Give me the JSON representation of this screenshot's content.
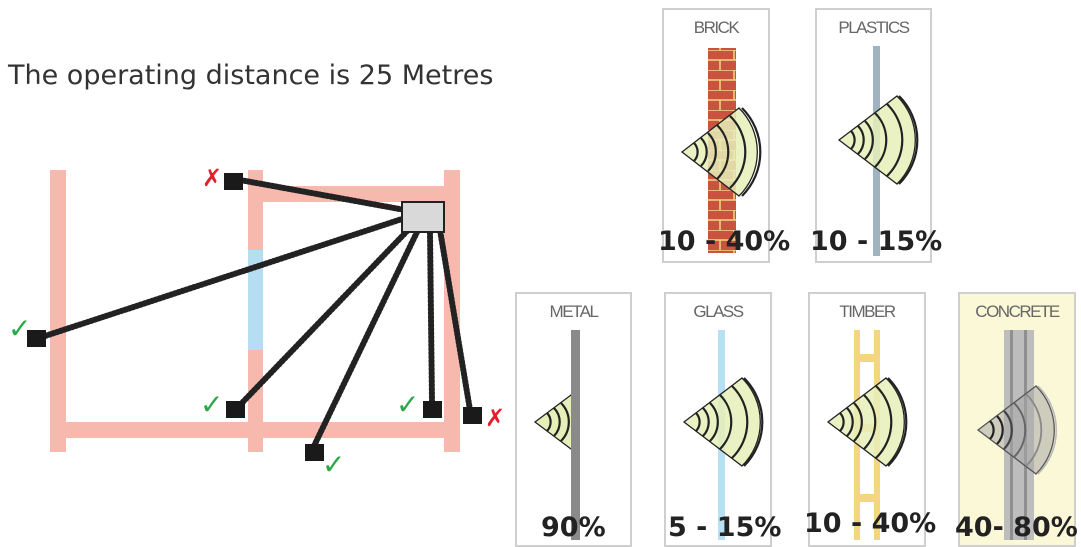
{
  "heading": "The operating distance is 25 Metres",
  "floorplan": {
    "marks": {
      "cross": "✗",
      "check": "✓"
    },
    "colors": {
      "wall": "#f7b9ad",
      "window": "#b5def3",
      "check": "#2aa84a",
      "cross": "#e0202a",
      "device": "#1a1a1a"
    }
  },
  "materials": [
    {
      "id": "brick",
      "label": "BRICK",
      "attenuation": "10 - 40%"
    },
    {
      "id": "plastics",
      "label": "PLASTICS",
      "attenuation": "10 - 15%"
    },
    {
      "id": "metal",
      "label": "METAL",
      "attenuation": "90%"
    },
    {
      "id": "glass",
      "label": "GLASS",
      "attenuation": "5 - 15%"
    },
    {
      "id": "timber",
      "label": "TIMBER",
      "attenuation": "10 - 40%"
    },
    {
      "id": "concrete",
      "label": "CONCRETE",
      "attenuation": "40- 80%"
    }
  ],
  "colors": {
    "brick": "#c9533f",
    "plastics": "#9fb4c0",
    "metal": "#8a8a8a",
    "glass": "#b7e0f2",
    "timber": "#f3d67f",
    "concrete": "#bdbdbd",
    "wave_fill": "#e6efb8"
  }
}
